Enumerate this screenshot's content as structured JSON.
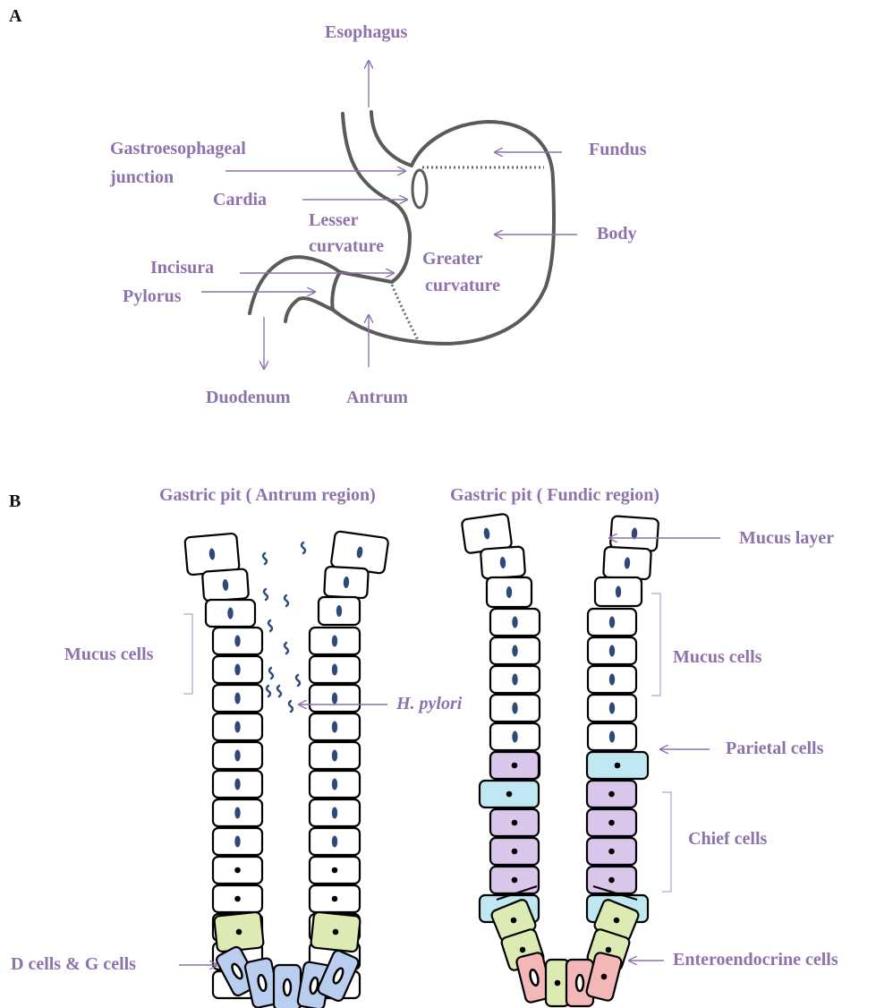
{
  "panels": {
    "a": "A",
    "b": "B"
  },
  "stomach_labels": {
    "esophagus": "Esophagus",
    "ge_junction_line1": "Gastroesophageal",
    "ge_junction_line2": "junction",
    "cardia": "Cardia",
    "lesser_curvature_line1": "Lesser",
    "lesser_curvature_line2": "curvature",
    "incisura": "Incisura",
    "pylorus": "Pylorus",
    "greater_curvature_line1": "Greater",
    "greater_curvature_line2": "curvature",
    "fundus": "Fundus",
    "body": "Body",
    "duodenum": "Duodenum",
    "antrum": "Antrum"
  },
  "pit_labels": {
    "antrum_title": "Gastric pit ( Antrum region)",
    "fundic_title": "Gastric pit ( Fundic region)",
    "mucus_cells_left": "Mucus cells",
    "h_pylori": "H. pylori",
    "d_g_cells": "D cells & G cells",
    "mucus_layer": "Mucus layer",
    "mucus_cells_right": "Mucus cells",
    "parietal_cells": "Parietal cells",
    "chief_cells": "Chief cells",
    "enteroendocrine_cells": "Enteroendocrine cells"
  },
  "colors": {
    "label": "#8e72ab",
    "mucus_cell": "#ffffff",
    "nucleus_mucus": "#2e4a78",
    "parietal": "#bfe8f3",
    "chief": "#d9c6ea",
    "d_cell": "#dcebb3",
    "g_cell": "#b9cdee",
    "enteroendocrine": "#f3b7b7"
  }
}
